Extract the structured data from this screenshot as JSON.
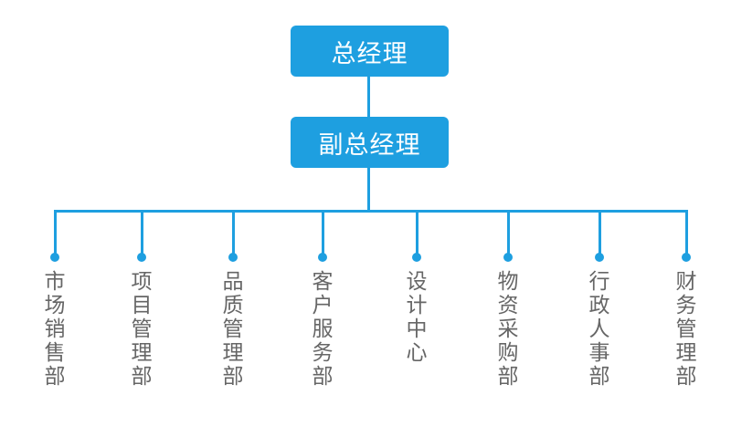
{
  "general_manager": "总经理",
  "deputy_general_manager": "副总经理",
  "departments": [
    "市场销售部",
    "项目管理部",
    "品质管理部",
    "客户服务部",
    "设计中心",
    "物资采购部",
    "行政人事部",
    "财务管理部"
  ],
  "colors": {
    "accent": "#1e9fe0",
    "label_text": "#666666"
  }
}
